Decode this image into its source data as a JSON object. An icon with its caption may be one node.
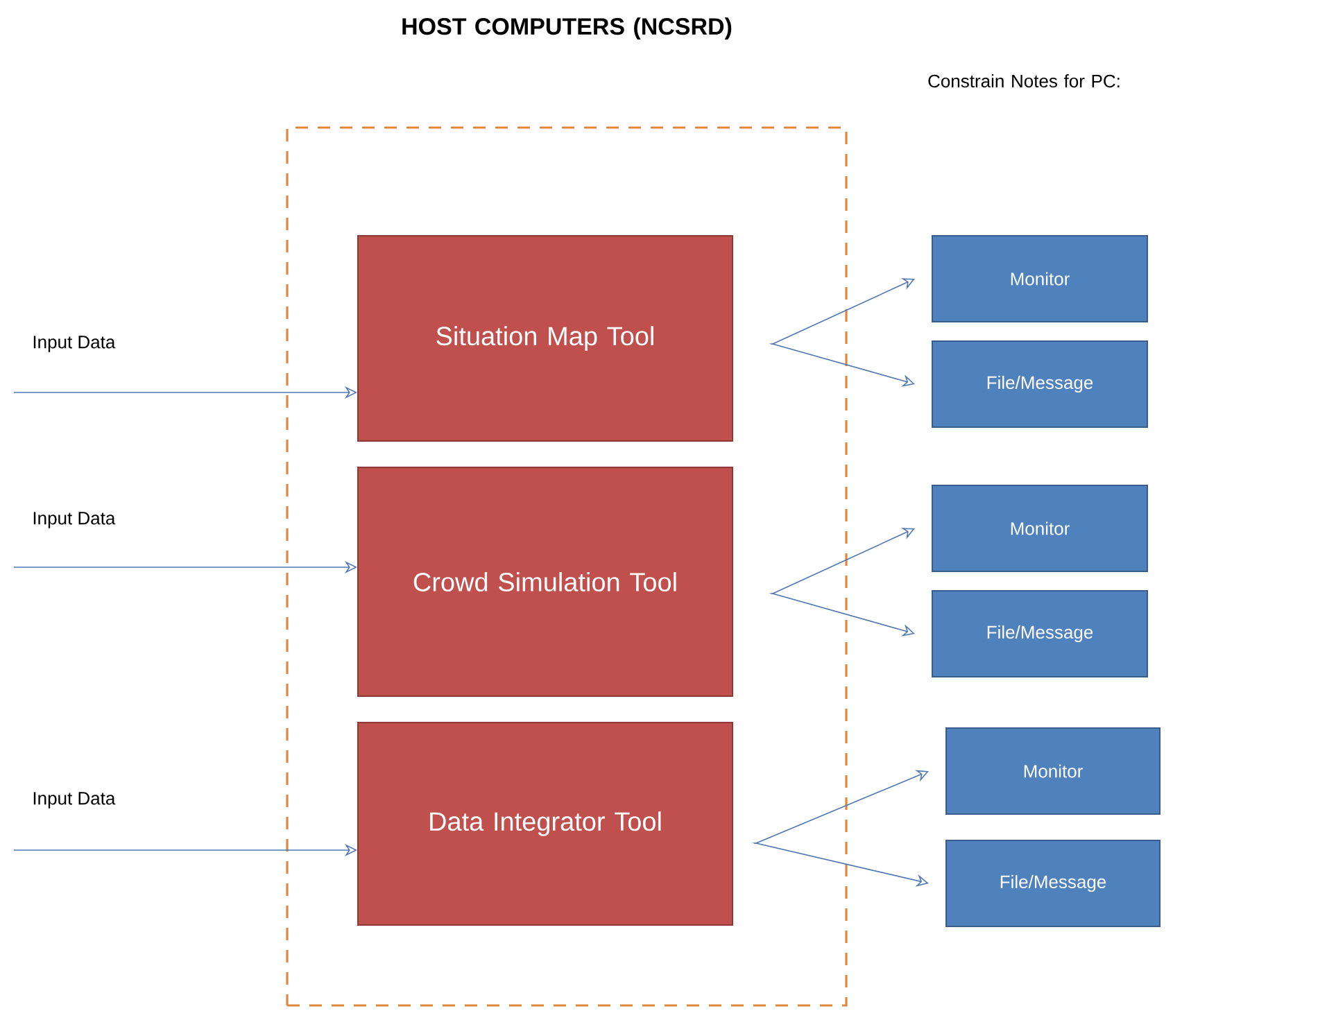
{
  "diagram": {
    "nodes": [
      {
        "text": [
          "HOST COMPUTERS (NCSRD)"
        ]
      },
      {
        "text": [
          "Situation Map Tool"
        ],
        "in": 0
      },
      {
        "text": [
          "Crowd Simulation Tool"
        ],
        "in": 0
      },
      {
        "text": [
          "Data Integrator Tool"
        ],
        "in": 0
      },
      {
        "text": [
          "Monitor"
        ]
      },
      {
        "text": [
          "File/Message"
        ]
      },
      {
        "text": [
          "Monitor"
        ]
      },
      {
        "text": [
          "File/Message"
        ]
      },
      {
        "text": [
          "Monitor"
        ]
      },
      {
        "text": [
          "File/Message"
        ]
      }
    ],
    "edges": [
      {
        "from": null,
        "to": 1,
        "arrow": "to",
        "label": "Input Data"
      },
      {
        "from": 1,
        "to": 4,
        "arrow": "to"
      },
      {
        "from": 1,
        "to": 5,
        "arrow": "to"
      },
      {
        "from": null,
        "to": 2,
        "arrow": "to",
        "label": "Input Data"
      },
      {
        "from": 2,
        "to": 6,
        "arrow": "to"
      },
      {
        "from": 2,
        "to": 7,
        "arrow": "to"
      },
      {
        "from": null,
        "to": 3,
        "arrow": "to",
        "label": "Input Data"
      },
      {
        "from": 3,
        "to": 8,
        "arrow": "to"
      },
      {
        "from": 3,
        "to": 9,
        "arrow": "to"
      }
    ],
    "labels": [
      "Constrain Notes for PC:"
    ]
  }
}
